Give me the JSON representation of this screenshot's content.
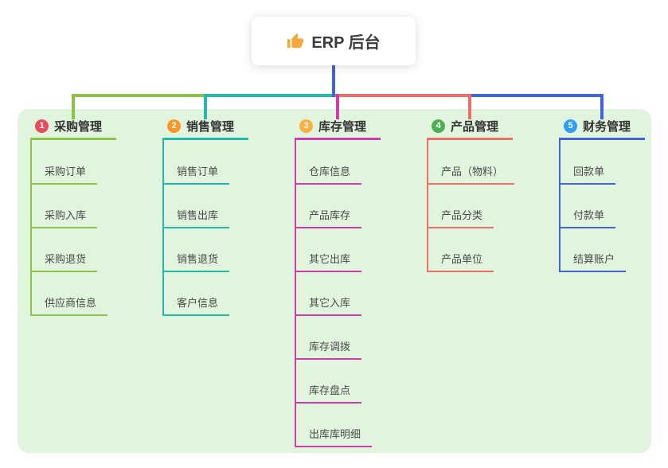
{
  "root": {
    "label": "ERP 后台",
    "icon": "thumbs-up-icon"
  },
  "colors": {
    "panel_bg": "#e1f4de",
    "stem": "#4165d6"
  },
  "branches": [
    {
      "number": "1",
      "label": "采购管理",
      "line_color": "#8bc34a",
      "badge_color": "#e64c5c",
      "children": [
        "采购订单",
        "采购入库",
        "采购退货",
        "供应商信息"
      ]
    },
    {
      "number": "2",
      "label": "销售管理",
      "line_color": "#26b8ab",
      "badge_color": "#fd9428",
      "children": [
        "销售订单",
        "销售出库",
        "销售退货",
        "客户信息"
      ]
    },
    {
      "number": "3",
      "label": "库存管理",
      "line_color": "#d03da9",
      "badge_color": "#fbb03b",
      "children": [
        "仓库信息",
        "产品库存",
        "其它出库",
        "其它入库",
        "库存调拨",
        "库存盘点",
        "出库库明细"
      ]
    },
    {
      "number": "4",
      "label": "产品管理",
      "line_color": "#ee6f68",
      "badge_color": "#4cb050",
      "children": [
        "产品（物料）",
        "产品分类",
        "产品单位"
      ]
    },
    {
      "number": "5",
      "label": "财务管理",
      "line_color": "#4165d6",
      "badge_color": "#2e9df2",
      "children": [
        "回款单",
        "付款单",
        "结算账户"
      ]
    }
  ]
}
